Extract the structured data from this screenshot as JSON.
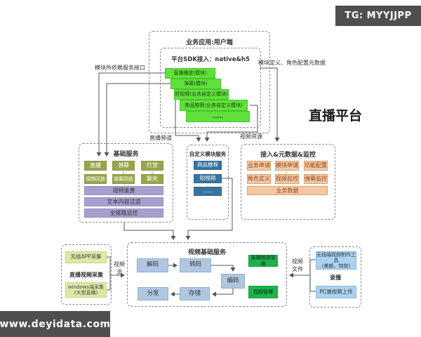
{
  "badges": {
    "tg": "TG: MYYJJPP",
    "watermark": "www.deyidata.com"
  },
  "platform_label": "直播平台",
  "top": {
    "outer_title": "业务应用:用户端",
    "inner_title": "平台SDK接入：native&h5",
    "modules": [
      "直播播放(模块)",
      "弹幕(模块)",
      "短视频(业务自定义模块)",
      "商品推荐(业务自定义模块)",
      "......"
    ]
  },
  "labels": {
    "dep_interface": "模块所依赖服务接口",
    "meta": "模块定义、角色配置元数据",
    "live_channel": "直播频道",
    "video_resource": "视频资源",
    "video_stream_1": "视频",
    "video_stream_2": "流",
    "video_file_1": "视频",
    "video_file_2": "文件"
  },
  "base_service": {
    "title": "基础服务",
    "cells": [
      "直播",
      "弹幕",
      "打赏",
      "视频回放",
      "弹幕回放",
      "聊天"
    ],
    "bars": [
      "视频鉴黄",
      "文本内容过滤",
      "全链路监控"
    ]
  },
  "custom_service": {
    "title": "自定义模块服务",
    "items": [
      "商品推荐",
      "短视频",
      "......"
    ]
  },
  "access_service": {
    "title": "接入&元数据&监控",
    "cells": [
      "业务申请",
      "模块申请",
      "功能配置",
      "角色定义",
      "视频监控",
      "弹幕监控"
    ],
    "bar": "业务数据"
  },
  "video_base": {
    "title": "视频基础服务",
    "decode": "解码",
    "transcode": "转码",
    "encode": "编码",
    "distribute": "分发",
    "store": "存储",
    "mgmt_channel": "直播频道管理",
    "mgmt_video": "视频管理"
  },
  "capture": {
    "title": "直播视频采集",
    "app": "无线APP采集",
    "win_line1": "windows端采集",
    "win_line2": "(大型直播)"
  },
  "record": {
    "title": "录播",
    "tool_line1": "无线端视频制作工具",
    "tool_line2": "(美颜、特效)",
    "pc_upload": "PC端视频上传"
  },
  "colors": {
    "module_green": "#5fe03a",
    "olive": "#99a54c",
    "purple": "#a79fce",
    "custom_blue": "#36749f",
    "orange": "#f3c8a2",
    "node_blue": "#b0c7e1",
    "mgmt_green": "#1fb24c",
    "capture_yellowgreen": "#dfe7a6",
    "record_blue": "#abd2f1",
    "badge_gray": "#4f4f4f"
  }
}
